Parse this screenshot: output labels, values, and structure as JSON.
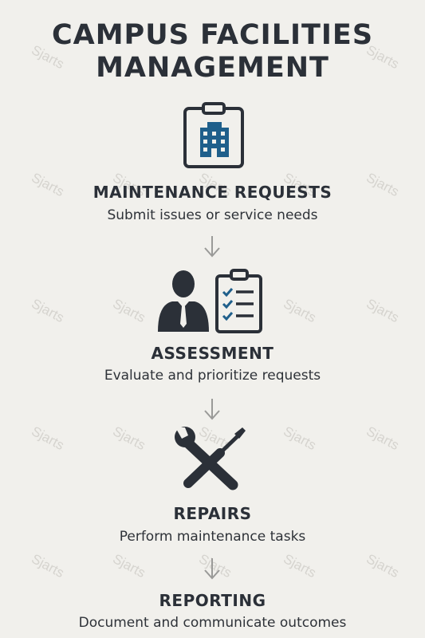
{
  "title": {
    "line1": "CAMPUS FACILITIES",
    "line2": "MANAGEMENT"
  },
  "steps": [
    {
      "title": "MAINTENANCE REQUESTS",
      "desc": "Submit issues or service needs",
      "icon": "clipboard-building-icon"
    },
    {
      "title": "ASSESSMENT",
      "desc": "Evaluate and prioritize  requests",
      "icon": "person-checklist-icon"
    },
    {
      "title": "REPAIRS",
      "desc": "Perform maintenance  tasks",
      "icon": "wrench-screwdriver-icon"
    },
    {
      "title": "REPORTING",
      "desc": "Document and communicate outcomes",
      "icon": ""
    }
  ],
  "watermark": "Sjarts",
  "colors": {
    "accent": "#1f5f8b",
    "dark": "#2b3038",
    "background": "#f1f0ec"
  }
}
